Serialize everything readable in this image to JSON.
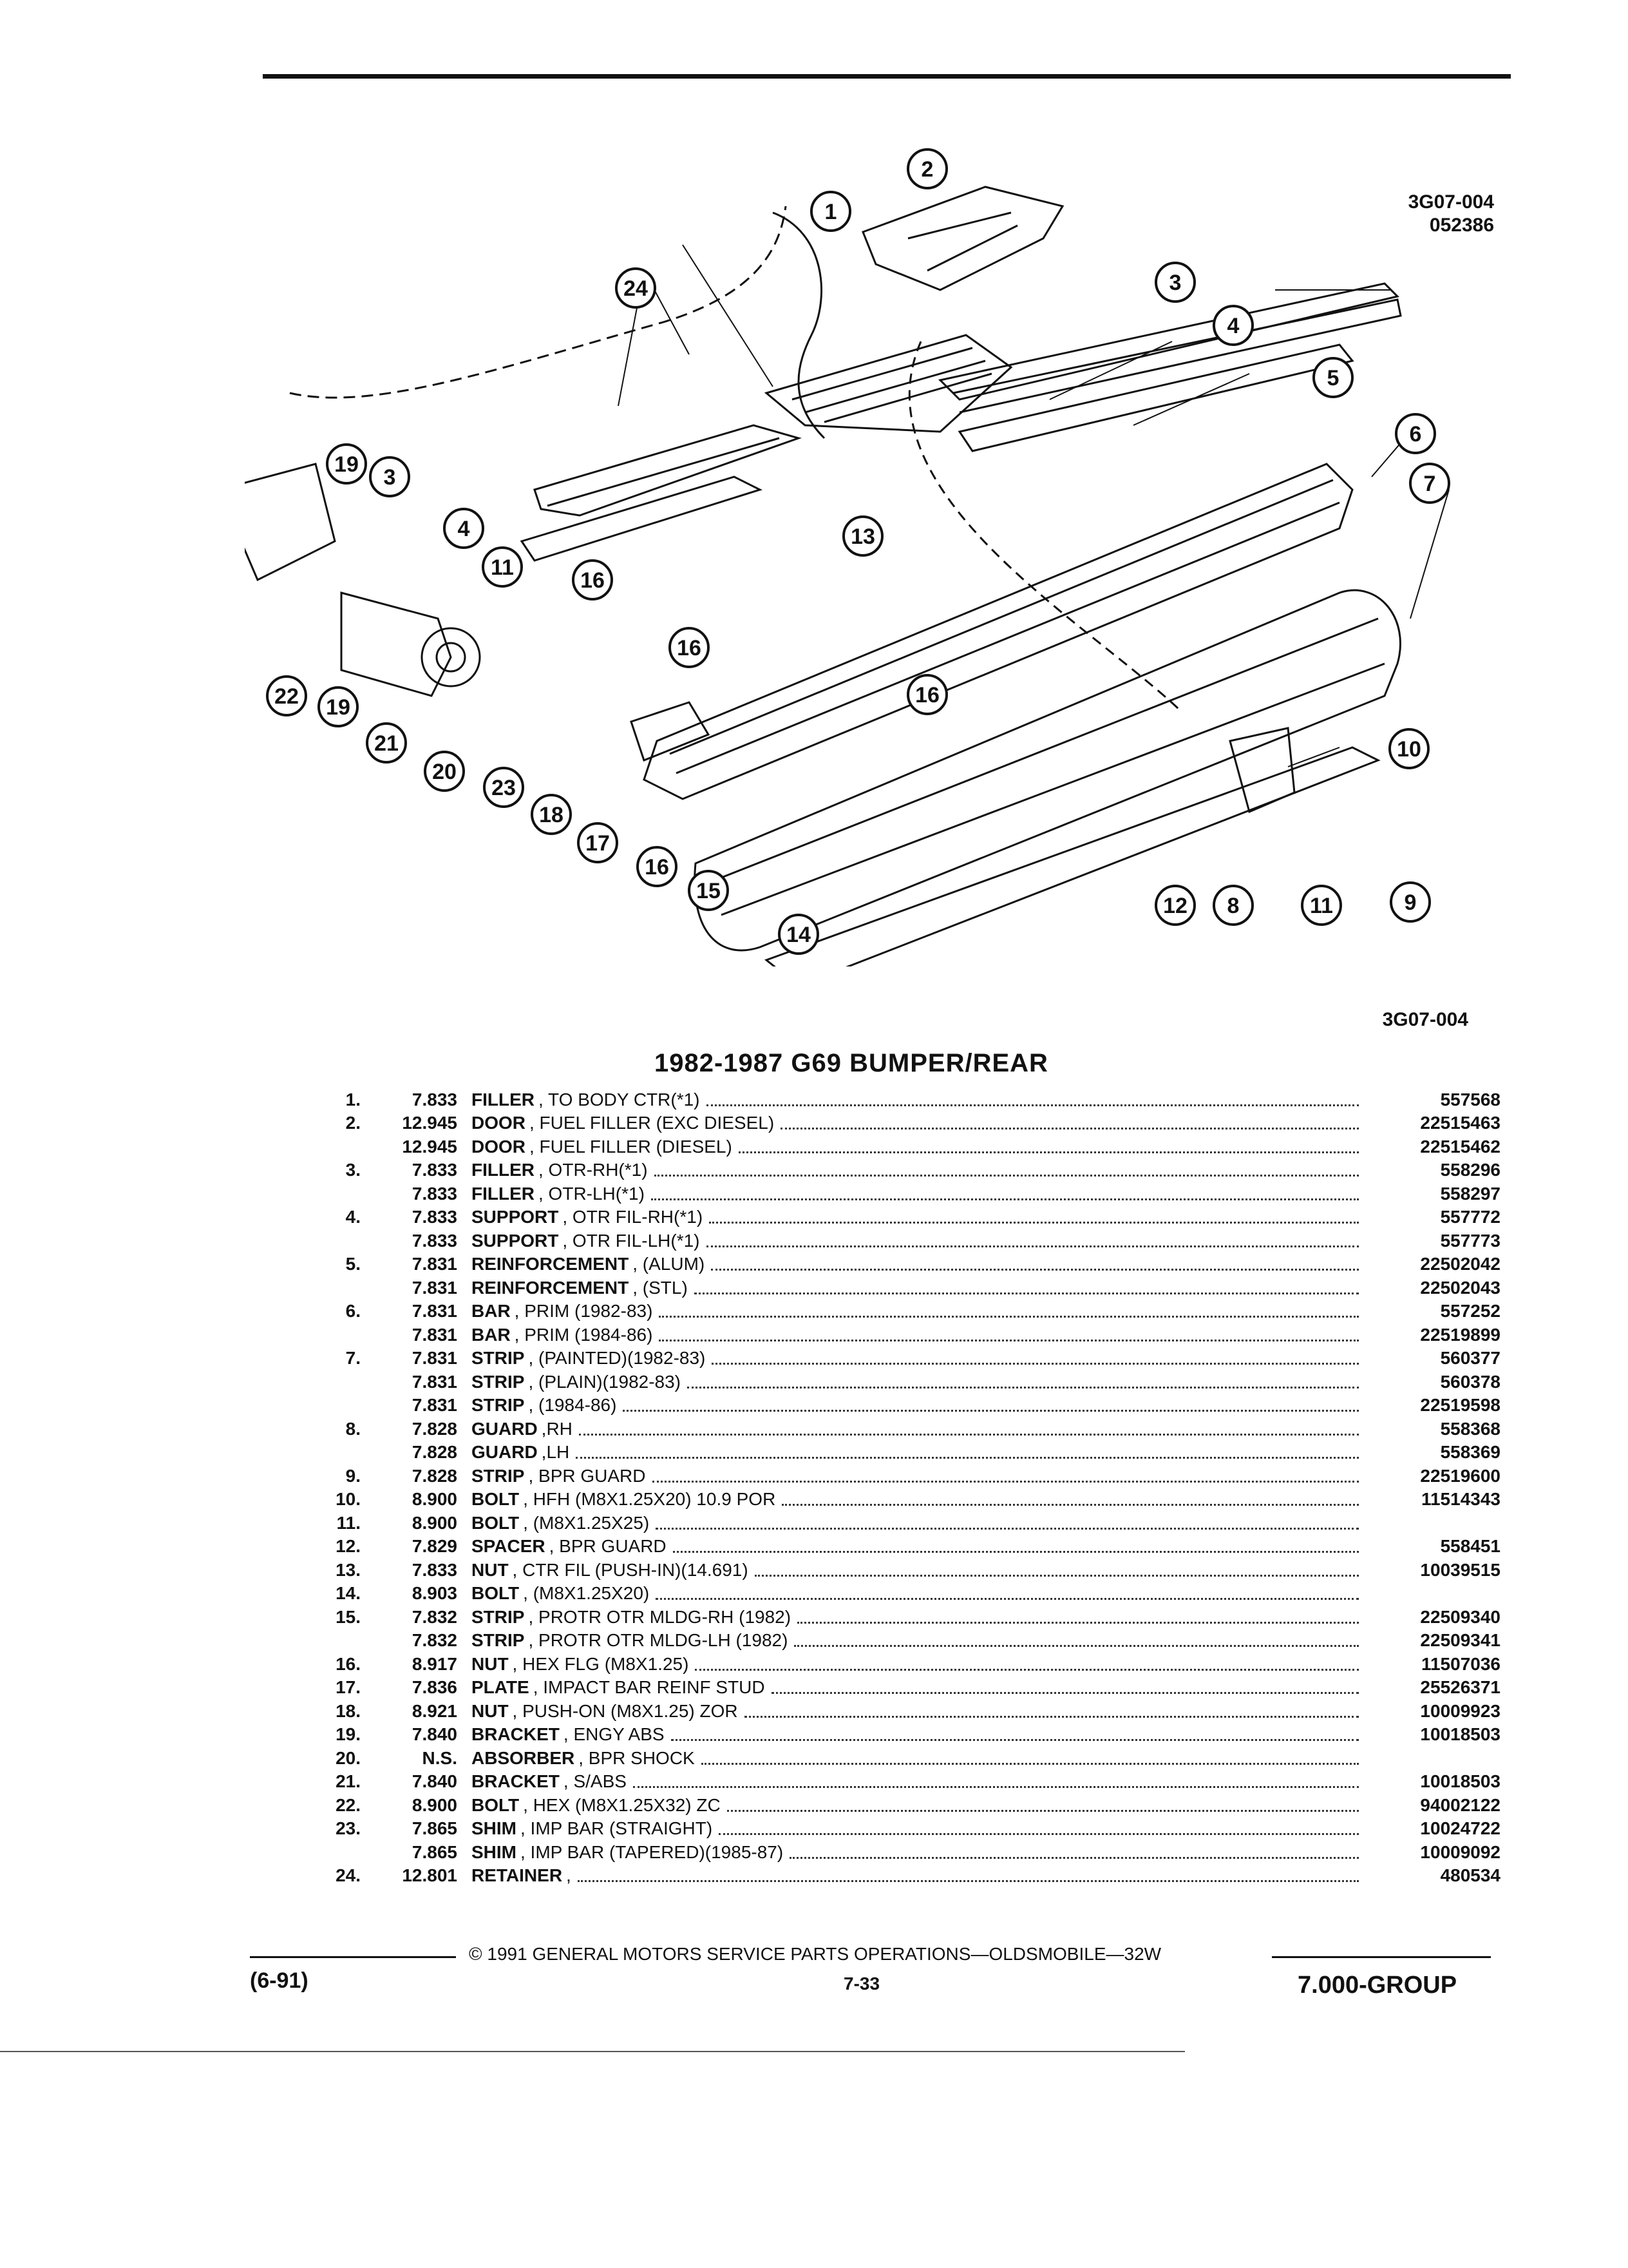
{
  "figure": {
    "code_top": "3G07-004",
    "date_code": "052386",
    "code_bottom": "3G07-004",
    "callouts": [
      "1",
      "2",
      "3",
      "3",
      "4",
      "4",
      "5",
      "6",
      "7",
      "8",
      "9",
      "10",
      "11",
      "11",
      "12",
      "13",
      "14",
      "15",
      "16",
      "16",
      "16",
      "16",
      "17",
      "18",
      "19",
      "19",
      "20",
      "21",
      "22",
      "23",
      "24"
    ]
  },
  "title": "1982-1987 G69 BUMPER/REAR",
  "parts": [
    {
      "num": "1.",
      "group": "7.833",
      "name": "FILLER",
      "spec": ", TO BODY CTR(*1)",
      "part": "557568"
    },
    {
      "num": "2.",
      "group": "12.945",
      "name": "DOOR",
      "spec": ", FUEL FILLER (EXC DIESEL)",
      "part": "22515463"
    },
    {
      "num": "",
      "group": "12.945",
      "name": "DOOR",
      "spec": ", FUEL FILLER (DIESEL)",
      "part": "22515462"
    },
    {
      "num": "3.",
      "group": "7.833",
      "name": "FILLER",
      "spec": ", OTR-RH(*1)",
      "part": "558296"
    },
    {
      "num": "",
      "group": "7.833",
      "name": "FILLER",
      "spec": ", OTR-LH(*1)",
      "part": "558297"
    },
    {
      "num": "4.",
      "group": "7.833",
      "name": "SUPPORT",
      "spec": ", OTR FIL-RH(*1)",
      "part": "557772"
    },
    {
      "num": "",
      "group": "7.833",
      "name": "SUPPORT",
      "spec": ", OTR FIL-LH(*1)",
      "part": "557773"
    },
    {
      "num": "5.",
      "group": "7.831",
      "name": "REINFORCEMENT",
      "spec": ", (ALUM)",
      "part": "22502042"
    },
    {
      "num": "",
      "group": "7.831",
      "name": "REINFORCEMENT",
      "spec": ", (STL)",
      "part": "22502043"
    },
    {
      "num": "6.",
      "group": "7.831",
      "name": "BAR",
      "spec": ", PRIM (1982-83)",
      "part": "557252"
    },
    {
      "num": "",
      "group": "7.831",
      "name": "BAR",
      "spec": ", PRIM (1984-86)",
      "part": "22519899"
    },
    {
      "num": "7.",
      "group": "7.831",
      "name": "STRIP",
      "spec": ", (PAINTED)(1982-83)",
      "part": "560377"
    },
    {
      "num": "",
      "group": "7.831",
      "name": "STRIP",
      "spec": ", (PLAIN)(1982-83)",
      "part": "560378"
    },
    {
      "num": "",
      "group": "7.831",
      "name": "STRIP",
      "spec": ", (1984-86)",
      "part": "22519598"
    },
    {
      "num": "8.",
      "group": "7.828",
      "name": "GUARD",
      "spec": ",RH",
      "part": "558368"
    },
    {
      "num": "",
      "group": "7.828",
      "name": "GUARD",
      "spec": ",LH",
      "part": "558369"
    },
    {
      "num": "9.",
      "group": "7.828",
      "name": "STRIP",
      "spec": ", BPR GUARD",
      "part": "22519600"
    },
    {
      "num": "10.",
      "group": "8.900",
      "name": "BOLT",
      "spec": ", HFH (M8X1.25X20) 10.9 POR",
      "part": "11514343"
    },
    {
      "num": "11.",
      "group": "8.900",
      "name": "BOLT",
      "spec": ", (M8X1.25X25)",
      "part": ""
    },
    {
      "num": "12.",
      "group": "7.829",
      "name": "SPACER",
      "spec": ", BPR GUARD",
      "part": "558451"
    },
    {
      "num": "13.",
      "group": "7.833",
      "name": "NUT",
      "spec": ", CTR FIL (PUSH-IN)(14.691)",
      "part": "10039515"
    },
    {
      "num": "14.",
      "group": "8.903",
      "name": "BOLT",
      "spec": ", (M8X1.25X20)",
      "part": ""
    },
    {
      "num": "15.",
      "group": "7.832",
      "name": "STRIP",
      "spec": ", PROTR OTR MLDG-RH (1982)",
      "part": "22509340"
    },
    {
      "num": "",
      "group": "7.832",
      "name": "STRIP",
      "spec": ", PROTR OTR MLDG-LH (1982)",
      "part": "22509341"
    },
    {
      "num": "16.",
      "group": "8.917",
      "name": "NUT",
      "spec": ", HEX FLG (M8X1.25)",
      "part": "11507036"
    },
    {
      "num": "17.",
      "group": "7.836",
      "name": "PLATE",
      "spec": ", IMPACT BAR REINF STUD",
      "part": "25526371"
    },
    {
      "num": "18.",
      "group": "8.921",
      "name": "NUT",
      "spec": ", PUSH-ON (M8X1.25) ZOR",
      "part": "10009923"
    },
    {
      "num": "19.",
      "group": "7.840",
      "name": "BRACKET",
      "spec": ", ENGY ABS",
      "part": "10018503"
    },
    {
      "num": "20.",
      "group": "N.S.",
      "name": "ABSORBER",
      "spec": ", BPR SHOCK",
      "part": ""
    },
    {
      "num": "21.",
      "group": "7.840",
      "name": "BRACKET",
      "spec": ", S/ABS",
      "part": "10018503"
    },
    {
      "num": "22.",
      "group": "8.900",
      "name": "BOLT",
      "spec": ", HEX (M8X1.25X32) ZC",
      "part": "94002122"
    },
    {
      "num": "23.",
      "group": "7.865",
      "name": "SHIM",
      "spec": ", IMP BAR (STRAIGHT)",
      "part": "10024722"
    },
    {
      "num": "",
      "group": "7.865",
      "name": "SHIM",
      "spec": ", IMP BAR (TAPERED)(1985-87)",
      "part": "10009092"
    },
    {
      "num": "24.",
      "group": "12.801",
      "name": "RETAINER",
      "spec": ",",
      "part": "480534"
    }
  ],
  "footer": {
    "copyright": "© 1991 GENERAL MOTORS SERVICE PARTS OPERATIONS—OLDSMOBILE—32W",
    "date": "(6-91)",
    "page": "7-33",
    "group": "7.000-GROUP"
  }
}
